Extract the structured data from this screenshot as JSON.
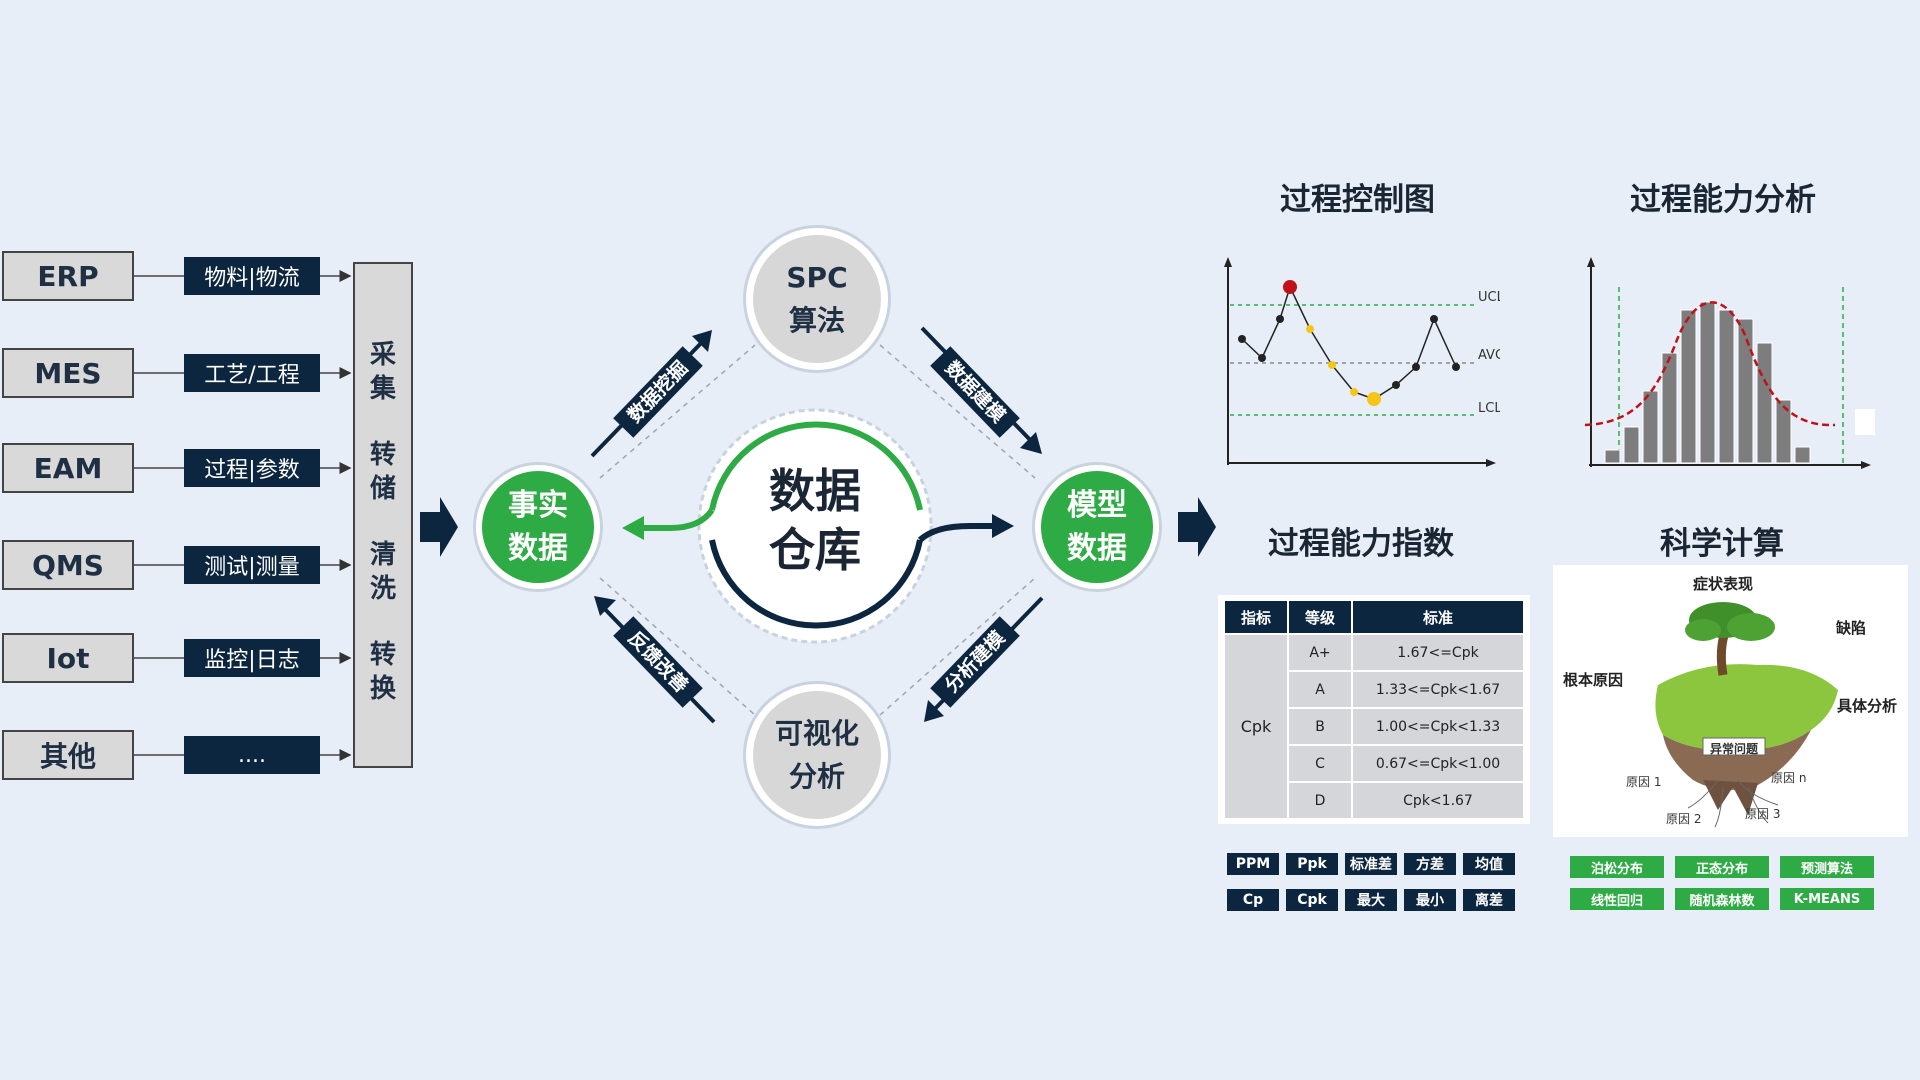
{
  "sources": [
    "ERP",
    "MES",
    "EAM",
    "QMS",
    "Iot",
    "其他"
  ],
  "categories": [
    "物料|物流",
    "工艺/工程",
    "过程|参数",
    "测试|测量",
    "监控|日志",
    "...."
  ],
  "process_chars": [
    "采",
    "集",
    "转",
    "储",
    "清",
    "洗",
    "转",
    "换"
  ],
  "center": {
    "line1": "数据",
    "line2": "仓库"
  },
  "nodes": {
    "fact": [
      "事实",
      "数据"
    ],
    "model": [
      "模型",
      "数据"
    ],
    "spc": [
      "SPC",
      "算法"
    ],
    "vis": [
      "可视化",
      "分析"
    ]
  },
  "arrows": {
    "mining": "数据挖掘",
    "modeling": "数据建模",
    "feedback": "反馈改善",
    "analysis": "分析建模"
  },
  "titles": {
    "control_chart": "过程控制图",
    "capability": "过程能力分析",
    "capability_index": "过程能力指数",
    "science": "科学计算"
  },
  "control_chart_labels": {
    "ucl": "UCL",
    "avg": "AVG",
    "lcl": "LCL"
  },
  "cpk_table": {
    "headers": [
      "指标",
      "等级",
      "标准"
    ],
    "row_label": "Cpk",
    "rows": [
      [
        "A+",
        "1.67<=Cpk"
      ],
      [
        "A",
        "1.33<=Cpk<1.67"
      ],
      [
        "B",
        "1.00<=Cpk<1.33"
      ],
      [
        "C",
        "0.67<=Cpk<1.00"
      ],
      [
        "D",
        "Cpk<1.67"
      ]
    ]
  },
  "metrics_row1": [
    "PPM",
    "Ppk",
    "标准差",
    "方差",
    "均值"
  ],
  "metrics_row2": [
    "Cp",
    "Cpk",
    "最大",
    "最小",
    "离差"
  ],
  "algo_row1": [
    "泊松分布",
    "正态分布",
    "预测算法"
  ],
  "algo_row2": [
    "线性回归",
    "随机森林数",
    "K-MEANS"
  ],
  "tree_labels": {
    "top": "症状表现",
    "defect": "缺陷",
    "root": "根本原因",
    "specific": "具体分析",
    "issue": "异常问题",
    "c1": "原因 1",
    "cn": "原因 n",
    "c2": "原因 2",
    "c3": "原因 3"
  },
  "colors": {
    "navy": "#0d2640",
    "green": "#2eab44",
    "red": "#c0101a",
    "gold": "#f5c518",
    "bg": "#e8eef7"
  }
}
